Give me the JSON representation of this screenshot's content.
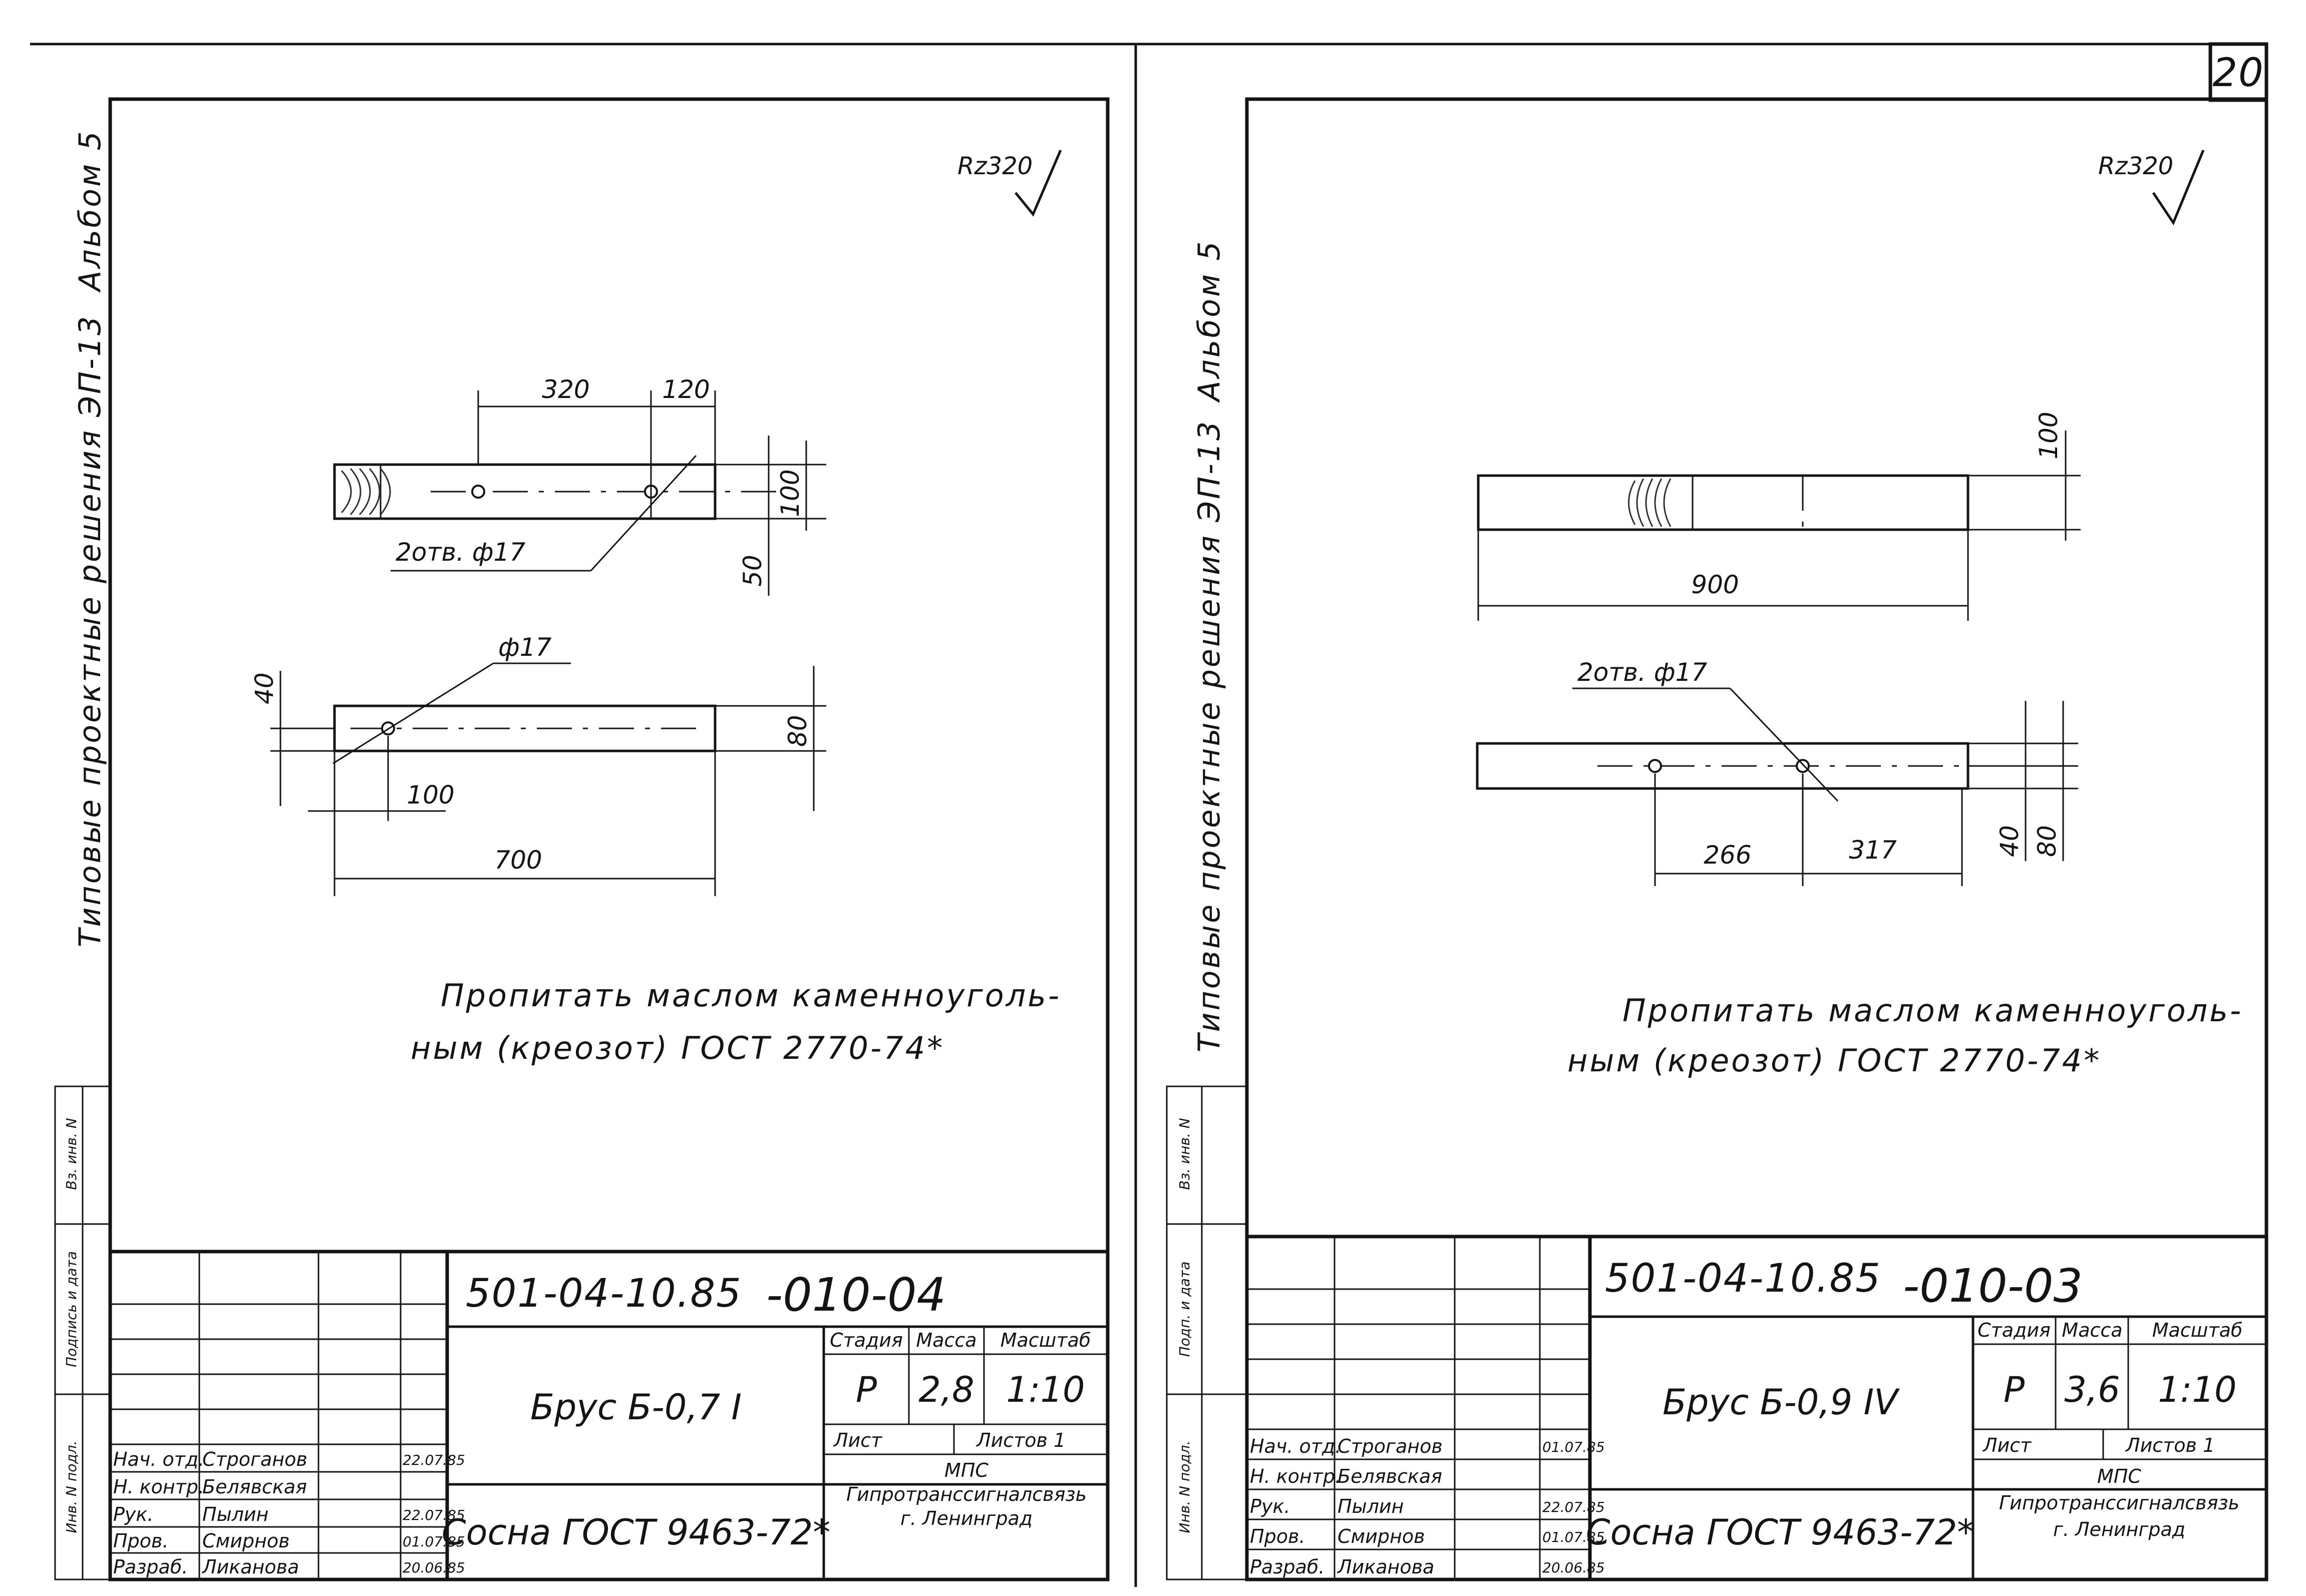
{
  "page_number": "20",
  "sheets": [
    {
      "side_series": "Типовые проектные решения ЭП-13",
      "side_album": "Альбом 5",
      "inv_labels": [
        "Инв. N подл.",
        "Подпись и дата",
        "Вз. инв. N"
      ],
      "roughness": "Rz320",
      "dims": [
        "320",
        "120",
        "100",
        "50",
        "2отв. ф17",
        "ф17",
        "40",
        "80",
        "100",
        "700"
      ],
      "note_line1": "Пропитать маслом каменноуголь-",
      "note_line2": "ным (креозот) ГОСТ 2770-74*",
      "code_main": "501-04-10.85",
      "code_suffix": "-010-04",
      "title": "Брус Б-0,7 I",
      "material": "Сосна ГОСТ 9463-72*",
      "col_headers": [
        "Стадия",
        "Масса",
        "Масштаб"
      ],
      "stage": "Р",
      "mass": "2,8",
      "scale": "1:10",
      "sheet_label": "Лист",
      "sheets_label": "Листов 1",
      "org": [
        "МПС",
        "Гипротранссигналсвязь",
        "г. Ленинград"
      ],
      "staff": [
        {
          "role": "Нач. отд.",
          "name": "Строганов",
          "date": "22.07.85"
        },
        {
          "role": "Н. контр.",
          "name": "Белявская",
          "date": ""
        },
        {
          "role": "Рук.",
          "name": "Пылин",
          "date": "22.07.85"
        },
        {
          "role": "Пров.",
          "name": "Смирнов",
          "date": "01.07.85"
        },
        {
          "role": "Разраб.",
          "name": "Ликанова",
          "date": "20.06.85"
        }
      ]
    },
    {
      "side_series": "Типовые проектные решения ЭП-13",
      "side_album": "Альбом 5",
      "inv_labels": [
        "Инв. N подл.",
        "Подп. и дата",
        "Вз. инв. N"
      ],
      "roughness": "Rz320",
      "dims": [
        "100",
        "900",
        "2отв. ф17",
        "266",
        "317",
        "40",
        "80"
      ],
      "note_line1": "Пропитать маслом каменноуголь-",
      "note_line2": "ным (креозот) ГОСТ 2770-74*",
      "code_main": "501-04-10.85",
      "code_suffix": "-010-03",
      "title": "Брус Б-0,9 IV",
      "material": "Сосна ГОСТ 9463-72*",
      "col_headers": [
        "Стадия",
        "Масса",
        "Масштаб"
      ],
      "stage": "Р",
      "mass": "3,6",
      "scale": "1:10",
      "sheet_label": "Лист",
      "sheets_label": "Листов 1",
      "org": [
        "МПС",
        "Гипротранссигналсвязь",
        "г. Ленинград"
      ],
      "staff": [
        {
          "role": "Нач. отд.",
          "name": "Строганов",
          "date": "01.07.85"
        },
        {
          "role": "Н. контр.",
          "name": "Белявская",
          "date": ""
        },
        {
          "role": "Рук.",
          "name": "Пылин",
          "date": "22.07.85"
        },
        {
          "role": "Пров.",
          "name": "Смирнов",
          "date": "01.07.85"
        },
        {
          "role": "Разраб.",
          "name": "Ликанова",
          "date": "20.06.85"
        }
      ]
    }
  ]
}
